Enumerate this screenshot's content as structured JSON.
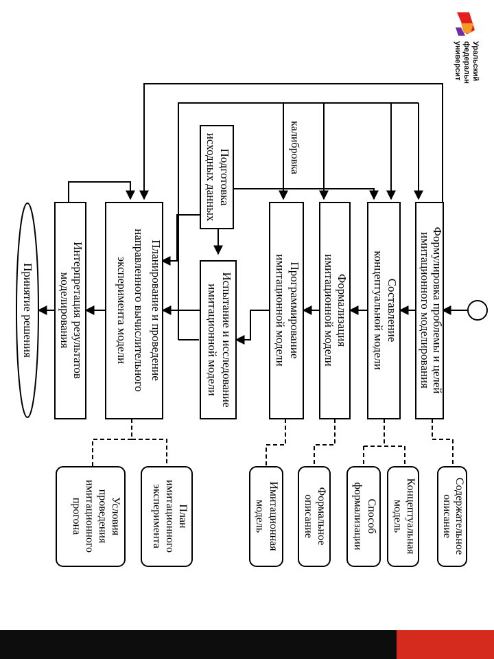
{
  "logo": {
    "lines": [
      "Уральский",
      "федеральн",
      "университ"
    ],
    "colors": {
      "red": "#e4201e",
      "orange": "#f59a23",
      "purple": "#6f2da8"
    }
  },
  "stages": {
    "problem": [
      "Формулировка проблемы и целей",
      "имитационного моделирования"
    ],
    "conceptual": [
      "Составление",
      "концептуальной модели"
    ],
    "formalization": [
      "Формализация",
      "имитационной модели"
    ],
    "programming": [
      "Программирование",
      "имитационной модели"
    ],
    "data_prep": [
      "Подготовка",
      "исходных данных"
    ],
    "testing": [
      "Испытание и исследование",
      "имитационной модели"
    ],
    "planning": [
      "Планирование и проведение",
      "направленного вычислительного",
      "эксперимента модели"
    ],
    "interpretation": [
      "Интерпретация результатов",
      "моделирования"
    ],
    "decision": "Принятие решения"
  },
  "calibration_label": "калибровка",
  "outputs": {
    "content_description": [
      "Содержательное",
      "описание"
    ],
    "conceptual_model": [
      "Концептуальная",
      "модель"
    ],
    "formalization_method": [
      "Способ",
      "формализации"
    ],
    "formal_description": [
      "Формальное",
      "описание"
    ],
    "simulation_model": [
      "Имитационная",
      "модель"
    ],
    "experiment_plan": [
      "План",
      "имитационного",
      "эксперимента"
    ],
    "run_conditions": [
      "Условия",
      "проведения",
      "имитационного",
      "прогона"
    ]
  },
  "footer": {
    "black": "#0d0d0d",
    "red": "#d52b1e"
  }
}
